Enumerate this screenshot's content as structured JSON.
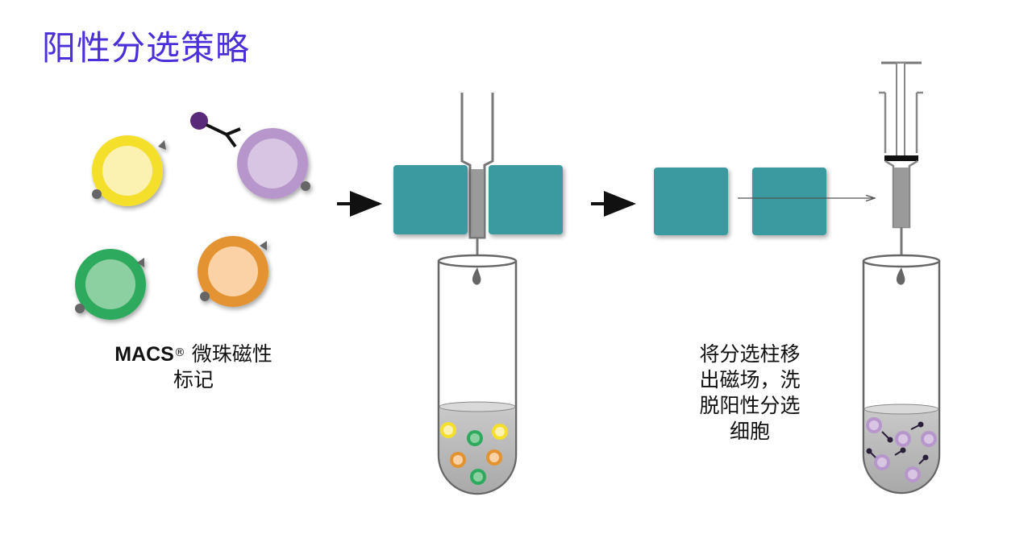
{
  "title": "阳性分选策略",
  "caption_label": {
    "brand": "MACS",
    "registered_mark": "®",
    "line1_rest": "微珠磁性",
    "line2": "标记"
  },
  "caption_elution": {
    "lines": [
      "将分选柱移",
      "出磁场，洗",
      "脱阳性分选",
      "细胞"
    ]
  },
  "colors": {
    "title": "#4b2fd8",
    "magnet": "#3a9aa0",
    "cell_yellow": "#f4df2a",
    "cell_purple": "#b796cc",
    "cell_green": "#2eaa5e",
    "cell_orange": "#e39330",
    "antibody_dark": "#2b1f3a",
    "label_purple": "#5a2a7a"
  },
  "stages": [
    "labeling",
    "magnetic_separation",
    "elution"
  ]
}
